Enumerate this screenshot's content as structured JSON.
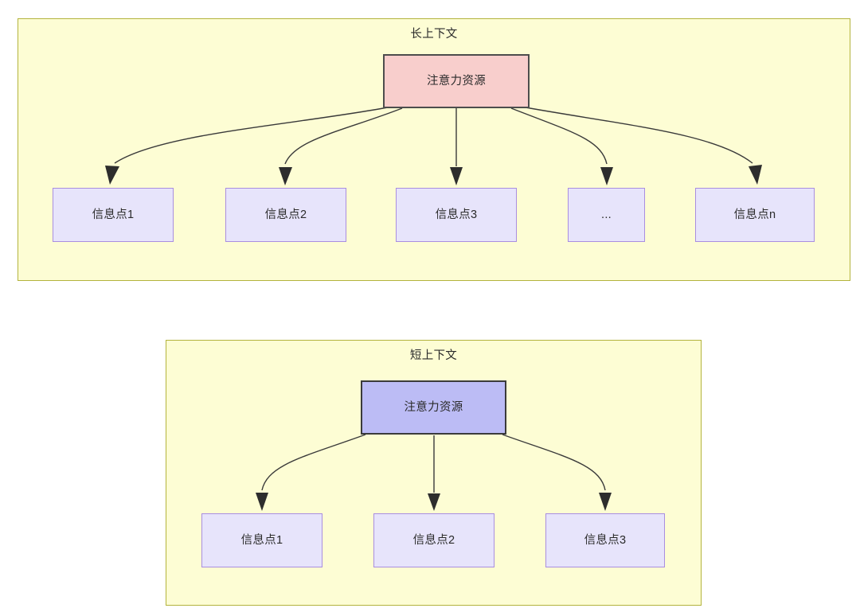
{
  "diagram": {
    "title_long": "长上下文",
    "title_short": "短上下文",
    "colors": {
      "panel_background": "#fdfdd4",
      "panel_border": "#b3b33d",
      "root_long_fill": "#f8cecc",
      "root_long_border": "#4d4d4d",
      "root_short_fill": "#bcbcf5",
      "root_short_border": "#3b3b3b",
      "leaf_fill": "#e7e4fb",
      "leaf_border": "#a98ee0",
      "edge_stroke": "#3a3a3a",
      "text": "#2b2b2b"
    },
    "panels": [
      {
        "name": "long-context",
        "title": "长上下文",
        "root": {
          "label": "注意力资源"
        },
        "leaves": [
          {
            "label": "信息点1"
          },
          {
            "label": "信息点2"
          },
          {
            "label": "信息点3"
          },
          {
            "label": "..."
          },
          {
            "label": "信息点n"
          }
        ]
      },
      {
        "name": "short-context",
        "title": "短上下文",
        "root": {
          "label": "注意力资源"
        },
        "leaves": [
          {
            "label": "信息点1"
          },
          {
            "label": "信息点2"
          },
          {
            "label": "信息点3"
          }
        ]
      }
    ]
  }
}
